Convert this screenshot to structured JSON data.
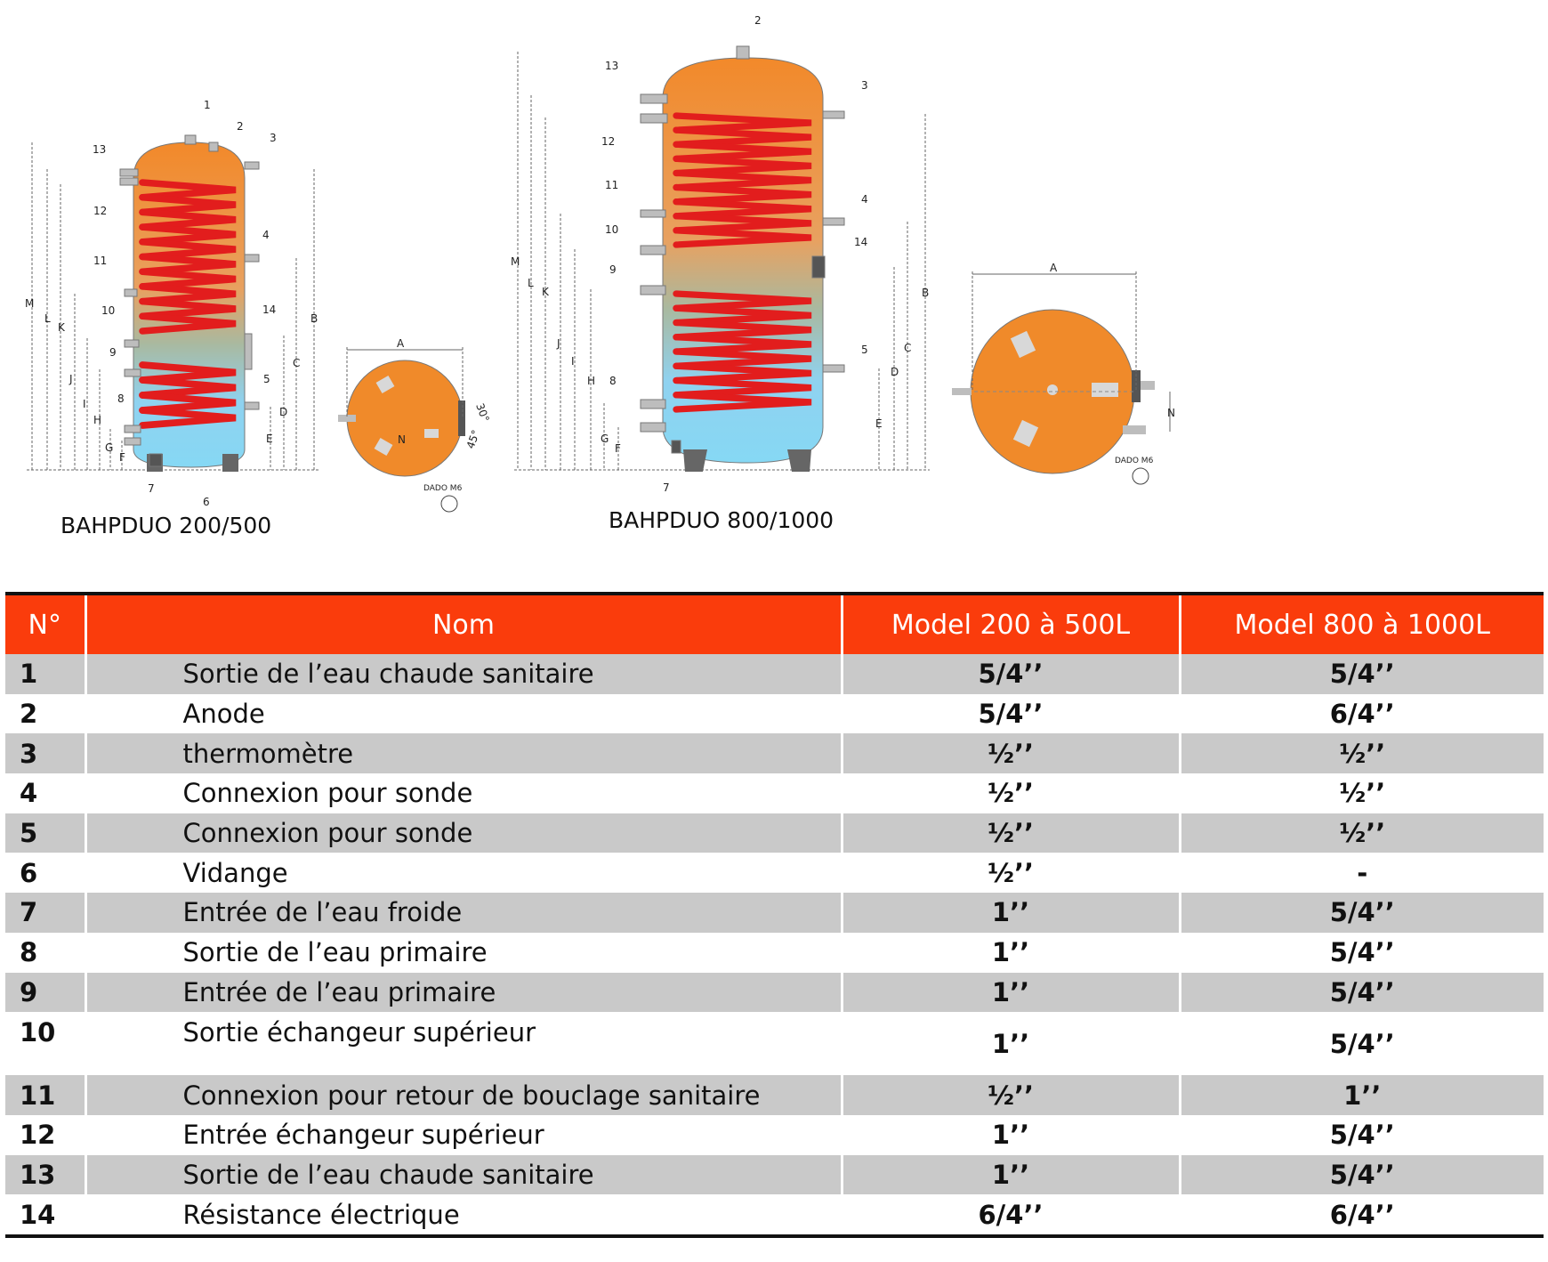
{
  "captions": {
    "small_tank": "BAHPDUO 200/500",
    "large_tank": "BAHPDUO 800/1000"
  },
  "diagram_labels": {
    "small_side": [
      "1",
      "2",
      "3",
      "4",
      "5",
      "6",
      "7",
      "8",
      "9",
      "10",
      "11",
      "12",
      "13",
      "14"
    ],
    "small_dims": [
      "M",
      "L",
      "K",
      "J",
      "I",
      "H",
      "G",
      "F",
      "B",
      "C",
      "D",
      "E"
    ],
    "small_top": [
      "A",
      "30°",
      "45°",
      "N",
      "DADO M6"
    ],
    "large_side": [
      "2",
      "3",
      "4",
      "5",
      "7",
      "8",
      "9",
      "10",
      "11",
      "12",
      "13",
      "14"
    ],
    "large_dims": [
      "M",
      "L",
      "K",
      "J",
      "I",
      "H",
      "G",
      "F",
      "B",
      "C",
      "D",
      "E"
    ],
    "large_top": [
      "A",
      "N",
      "DADO M6"
    ]
  },
  "colors": {
    "tank_orange": "#f08a2a",
    "coil_red": "#e21d1d",
    "water_blue": "#8fd8f0",
    "header_bg": "#fa3c0c",
    "row_shade": "#c9c9c9"
  },
  "table": {
    "headers": [
      "N°",
      "Nom",
      "Model 200 à 500L",
      "Model 800 à 1000L"
    ],
    "rows": [
      {
        "n": "1",
        "name": "Sortie de l’eau chaude sanitaire",
        "m1": "5/4’’",
        "m2": "5/4’’"
      },
      {
        "n": "2",
        "name": "Anode",
        "m1": "5/4’’",
        "m2": "6/4’’"
      },
      {
        "n": "3",
        "name": "thermomètre",
        "m1": "½’’",
        "m2": "½’’"
      },
      {
        "n": "4",
        "name": "Connexion pour sonde",
        "m1": "½’’",
        "m2": "½’’"
      },
      {
        "n": "5",
        "name": "Connexion pour sonde",
        "m1": "½’’",
        "m2": "½’’"
      },
      {
        "n": "6",
        "name": "Vidange",
        "m1": "½’’",
        "m2": "-"
      },
      {
        "n": "7",
        "name": "Entrée de l’eau froide",
        "m1": "1’’",
        "m2": "5/4’’"
      },
      {
        "n": "8",
        "name": "Sortie de l’eau primaire",
        "m1": "1’’",
        "m2": "5/4’’"
      },
      {
        "n": "9",
        "name": "Entrée de l’eau primaire",
        "m1": "1’’",
        "m2": "5/4’’"
      },
      {
        "n": "10",
        "name": "Sortie échangeur supérieur",
        "m1": "1’’",
        "m2": "5/4’’"
      },
      {
        "n": "11",
        "name": "Connexion pour retour de bouclage sanitaire",
        "m1": "½’’",
        "m2": "1’’"
      },
      {
        "n": "12",
        "name": "Entrée échangeur supérieur",
        "m1": "1’’",
        "m2": "5/4’’"
      },
      {
        "n": "13",
        "name": "Sortie de l’eau chaude sanitaire",
        "m1": "1’’",
        "m2": "5/4’’"
      },
      {
        "n": "14",
        "name": "Résistance électrique",
        "m1": "6/4’’",
        "m2": "6/4’’"
      }
    ]
  }
}
